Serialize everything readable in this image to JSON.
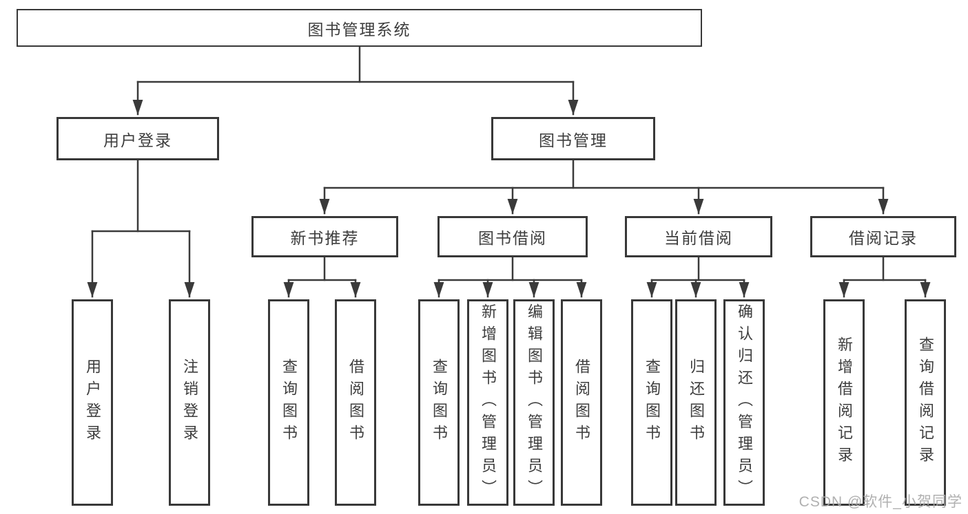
{
  "diagram": {
    "root": {
      "label": "图书管理系统"
    },
    "level2": {
      "user_login": {
        "label": "用户登录"
      },
      "book_management": {
        "label": "图书管理"
      }
    },
    "level3": {
      "new_book_recommend": {
        "label": "新书推荐"
      },
      "book_borrow": {
        "label": "图书借阅"
      },
      "current_borrow": {
        "label": "当前借阅"
      },
      "borrow_records": {
        "label": "借阅记录"
      }
    },
    "leaves": {
      "user_login_leaf": {
        "label": "用户登录"
      },
      "logout": {
        "label": "注销登录"
      },
      "nbr_query_books": {
        "label": "查询图书"
      },
      "nbr_borrow_books": {
        "label": "借阅图书"
      },
      "bb_query_books": {
        "label": "查询图书"
      },
      "bb_add_books": {
        "label": "新增图书（管理员）"
      },
      "bb_edit_books": {
        "label": "编辑图书（管理员）"
      },
      "bb_borrow_books": {
        "label": "借阅图书"
      },
      "cb_query_books": {
        "label": "查询图书"
      },
      "cb_return_books": {
        "label": "归还图书"
      },
      "cb_confirm_return": {
        "label": "确认归还（管理员）"
      },
      "br_add_record": {
        "label": "新增借阅记录"
      },
      "br_query_record": {
        "label": "查询借阅记录"
      }
    }
  },
  "watermark": {
    "text": "CSDN @软件_小贺同学"
  },
  "colors": {
    "line": "#3a3a3a",
    "box_border": "#383838",
    "text": "#3d3d3d",
    "background": "#ffffff",
    "watermark": "#aaaaaa"
  }
}
